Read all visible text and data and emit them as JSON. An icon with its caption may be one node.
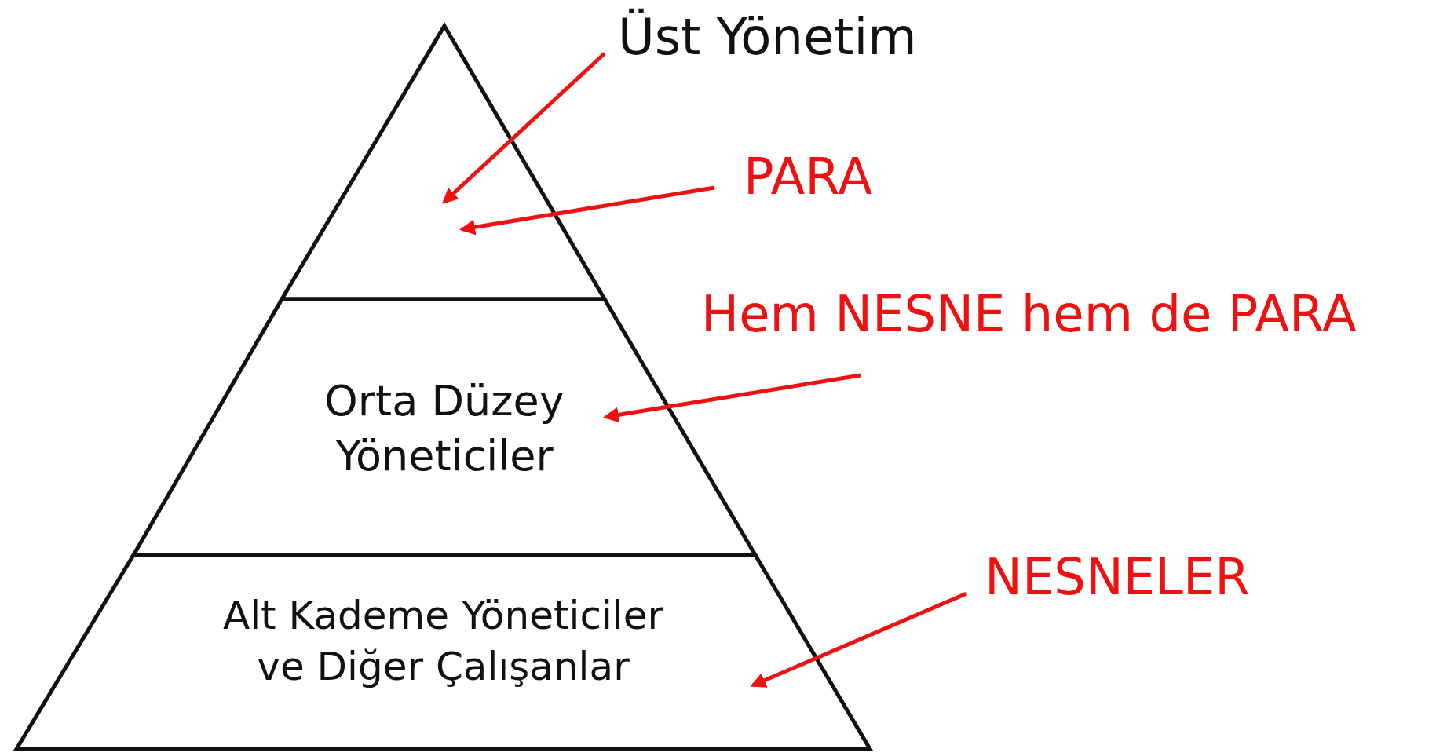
{
  "diagram": {
    "nodes": [
      {
        "text": [],
        "shape": "triangle"
      },
      {
        "text": [
          "Üst Yönetim"
        ]
      },
      {
        "text": [
          "PARA"
        ]
      },
      {
        "text": [
          "Orta Düzey Yöneticiler"
        ]
      },
      {
        "text": [
          "Hem NESNE hem de PARA"
        ]
      },
      {
        "text": [
          "NESNELER"
        ]
      },
      {
        "text": [
          "Alt Kademe Yöneticiler ve Diğer Çalışanlar"
        ]
      }
    ],
    "edges": [
      {
        "from": 1,
        "to": 0,
        "arrow": "to"
      },
      {
        "from": 2,
        "to": 0,
        "arrow": "to"
      },
      {
        "from": 4,
        "to": 3,
        "arrow": "to"
      },
      {
        "from": 5,
        "to": 6,
        "arrow": "to"
      }
    ]
  }
}
